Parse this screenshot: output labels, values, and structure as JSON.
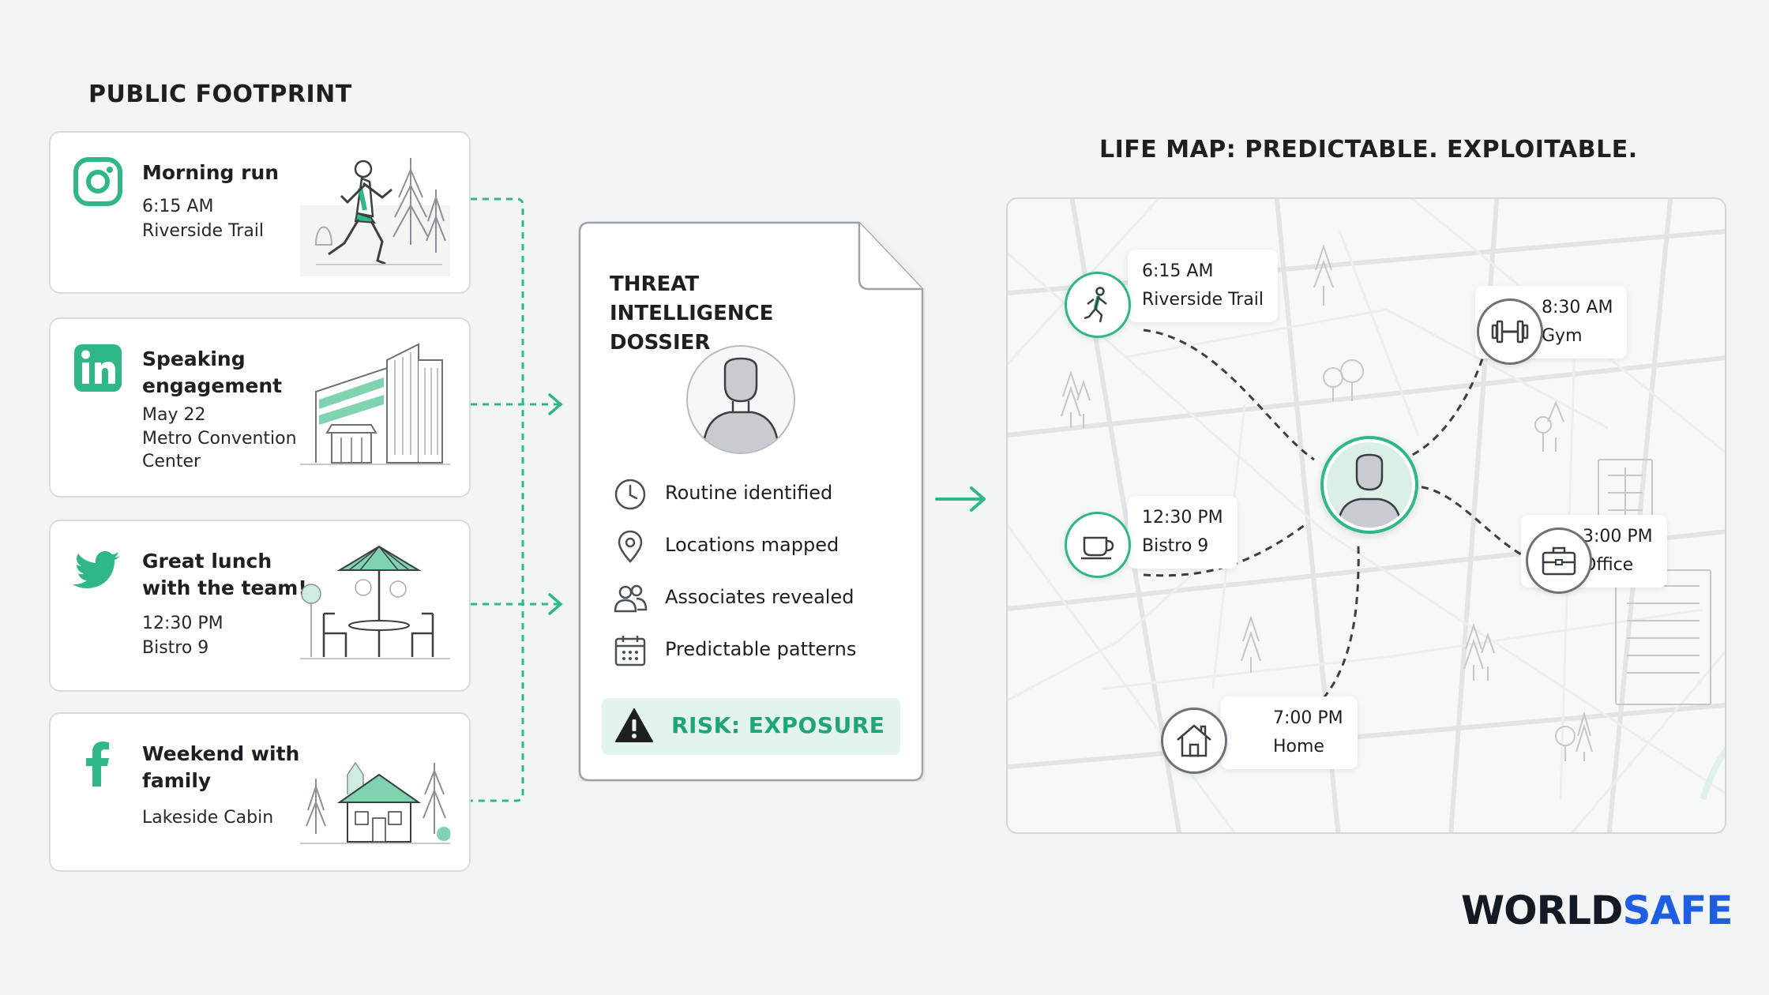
{
  "left_section": {
    "title": "PUBLIC FOOTPRINT"
  },
  "cards": [
    {
      "platform": "instagram-icon",
      "headline": [
        "Morning run"
      ],
      "meta": [
        "6:15 AM",
        "Riverside Trail"
      ]
    },
    {
      "platform": "linkedin-icon",
      "headline": [
        "Speaking",
        "engagement"
      ],
      "meta": [
        "May 22",
        "Metro Convention",
        "Center"
      ]
    },
    {
      "platform": "twitter-icon",
      "headline": [
        "Great lunch",
        "with the team!"
      ],
      "meta": [
        "12:30 PM",
        "Bistro 9"
      ]
    },
    {
      "platform": "facebook-icon",
      "headline": [
        "Weekend with",
        "family"
      ],
      "meta": [
        "Lakeside Cabin"
      ]
    }
  ],
  "dossier": {
    "title_lines": [
      "THREAT INTELLIGENCE",
      "DOSSIER"
    ],
    "items": [
      {
        "icon": "clock-icon",
        "label": "Routine identified"
      },
      {
        "icon": "location-pin-icon",
        "label": "Locations mapped"
      },
      {
        "icon": "people-icon",
        "label": "Associates revealed"
      },
      {
        "icon": "calendar-icon",
        "label": "Predictable patterns"
      }
    ],
    "risk_label": "RISK: EXPOSURE"
  },
  "map": {
    "title": "LIFE MAP: PREDICTABLE. EXPLOITABLE.",
    "pins": [
      {
        "icon": "runner-icon",
        "time": "6:15 AM",
        "place": "Riverside Trail"
      },
      {
        "icon": "dumbbell-icon",
        "time": "8:30 AM",
        "place": "Gym"
      },
      {
        "icon": "coffee-cup-icon",
        "time": "12:30 PM",
        "place": "Bistro 9"
      },
      {
        "icon": "briefcase-icon",
        "time": "3:00 PM",
        "place": "Office"
      },
      {
        "icon": "home-icon",
        "time": "7:00 PM",
        "place": "Home"
      }
    ]
  },
  "brand": {
    "part1": "WORLD",
    "part2": "SAFE"
  },
  "colors": {
    "accent": "#2fb886",
    "risk_text": "#1fa577",
    "risk_bg": "#e3f4ec",
    "brand_blue": "#1d5fe0",
    "brand_dark": "#141a24"
  }
}
